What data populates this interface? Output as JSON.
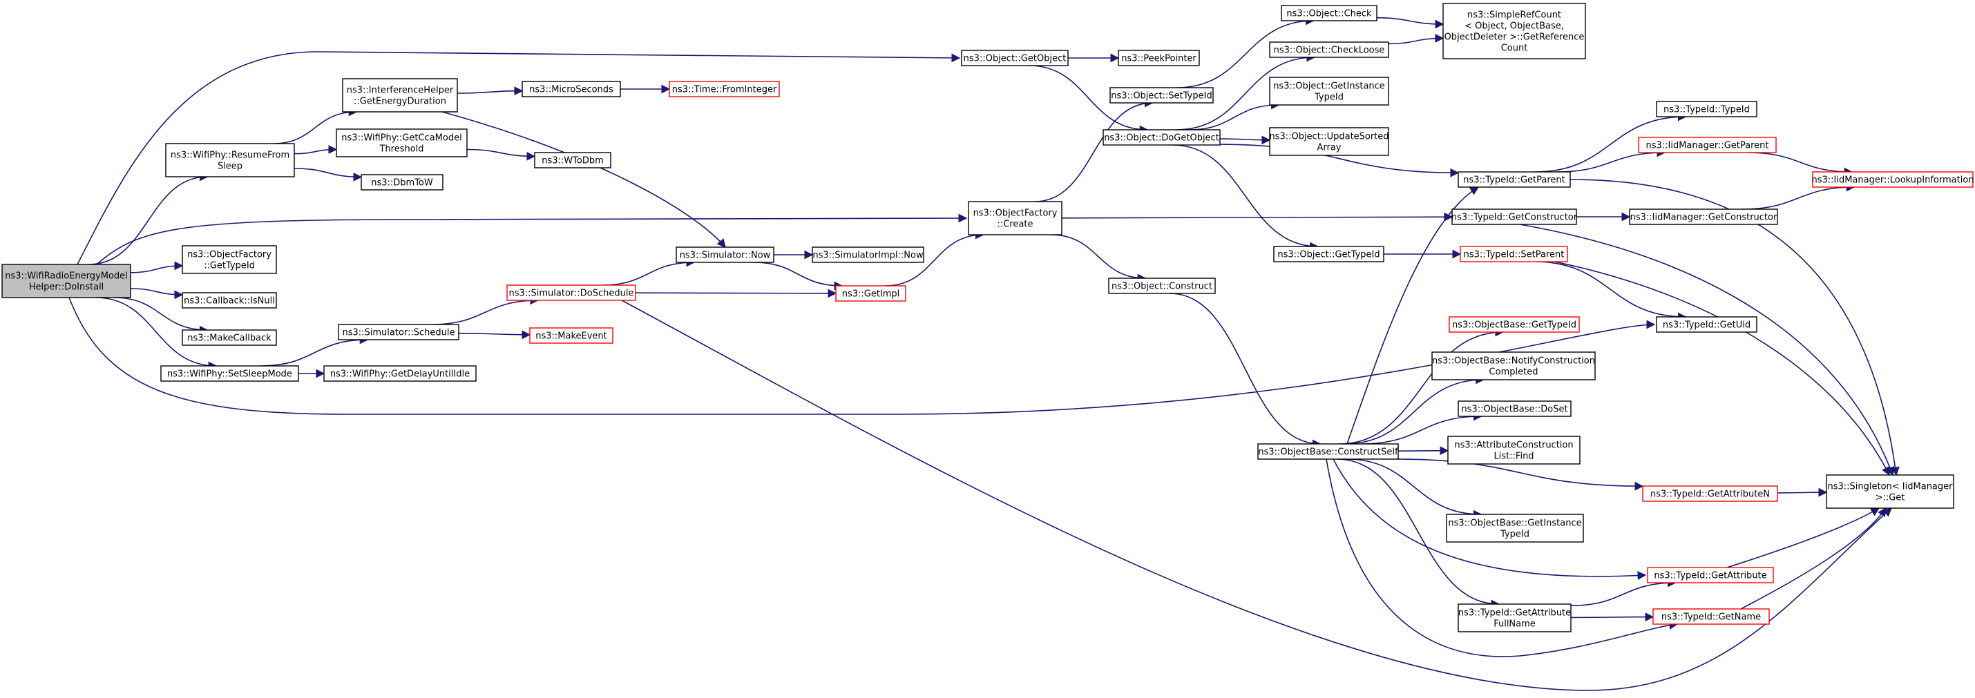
{
  "diagram": {
    "title": "",
    "colors": {
      "edge": "#191970",
      "node_border": "#000000",
      "truncated_node_border": "#ff0000",
      "root_fill": "#bfbfbf",
      "node_fill": "#ffffff"
    },
    "nodes": [
      {
        "id": "root",
        "lines": [
          "ns3::WifiRadioEnergyModel",
          "Helper::DoInstall"
        ],
        "style": "root"
      },
      {
        "id": "getobject",
        "lines": [
          "ns3::Object::GetObject"
        ],
        "style": "normal"
      },
      {
        "id": "peekpointer",
        "lines": [
          "ns3::PeekPointer"
        ],
        "style": "normal"
      },
      {
        "id": "check",
        "lines": [
          "ns3::Object::Check"
        ],
        "style": "normal"
      },
      {
        "id": "simplerefcount",
        "lines": [
          "ns3::SimpleRefCount",
          "< Object, ObjectBase,",
          "ObjectDeleter >::GetReference",
          "Count"
        ],
        "style": "normal"
      },
      {
        "id": "checkloose",
        "lines": [
          "ns3::Object::CheckLoose"
        ],
        "style": "normal"
      },
      {
        "id": "settypeid",
        "lines": [
          "ns3::Object::SetTypeId"
        ],
        "style": "normal"
      },
      {
        "id": "getinstancetypeid",
        "lines": [
          "ns3::Object::GetInstance",
          "TypeId"
        ],
        "style": "normal"
      },
      {
        "id": "dogetobject",
        "lines": [
          "ns3::Object::DoGetObject"
        ],
        "style": "normal"
      },
      {
        "id": "updatesorted",
        "lines": [
          "ns3::Object::UpdateSorted",
          "Array"
        ],
        "style": "normal"
      },
      {
        "id": "typeidtypeid",
        "lines": [
          "ns3::TypeId::TypeId"
        ],
        "style": "normal"
      },
      {
        "id": "typeidgetparent",
        "lines": [
          "ns3::TypeId::GetParent"
        ],
        "style": "normal"
      },
      {
        "id": "iidgetparent",
        "lines": [
          "ns3::IidManager::GetParent"
        ],
        "style": "red"
      },
      {
        "id": "lookupinfo",
        "lines": [
          "ns3::IidManager::LookupInformation"
        ],
        "style": "red"
      },
      {
        "id": "interference",
        "lines": [
          "ns3::InterferenceHelper",
          "::GetEnergyDuration"
        ],
        "style": "normal"
      },
      {
        "id": "microseconds",
        "lines": [
          "ns3::MicroSeconds"
        ],
        "style": "normal"
      },
      {
        "id": "frominteger",
        "lines": [
          "ns3::Time::FromInteger"
        ],
        "style": "red"
      },
      {
        "id": "resumefromsleep",
        "lines": [
          "ns3::WifiPhy::ResumeFrom",
          "Sleep"
        ],
        "style": "normal"
      },
      {
        "id": "getccamodel",
        "lines": [
          "ns3::WifiPhy::GetCcaModel",
          "Threshold"
        ],
        "style": "normal"
      },
      {
        "id": "wtodbm",
        "lines": [
          "ns3::WToDbm"
        ],
        "style": "normal"
      },
      {
        "id": "dbmtow",
        "lines": [
          "ns3::DbmToW"
        ],
        "style": "normal"
      },
      {
        "id": "objfactorycreate",
        "lines": [
          "ns3::ObjectFactory",
          "::Create"
        ],
        "style": "normal"
      },
      {
        "id": "typeidgetconstructor",
        "lines": [
          "ns3::TypeId::GetConstructor"
        ],
        "style": "normal"
      },
      {
        "id": "iidgetconstructor",
        "lines": [
          "ns3::IidManager::GetConstructor"
        ],
        "style": "normal"
      },
      {
        "id": "objfactorygettypeid",
        "lines": [
          "ns3::ObjectFactory",
          "::GetTypeId"
        ],
        "style": "normal"
      },
      {
        "id": "simnow",
        "lines": [
          "ns3::Simulator::Now"
        ],
        "style": "normal"
      },
      {
        "id": "simimplnow",
        "lines": [
          "ns3::SimulatorImpl::Now"
        ],
        "style": "normal"
      },
      {
        "id": "objgettypeid",
        "lines": [
          "ns3::Object::GetTypeId"
        ],
        "style": "normal"
      },
      {
        "id": "typeidsetparent",
        "lines": [
          "ns3::TypeId::SetParent"
        ],
        "style": "red"
      },
      {
        "id": "callbackisnull",
        "lines": [
          "ns3::Callback::IsNull"
        ],
        "style": "normal"
      },
      {
        "id": "dosched",
        "lines": [
          "ns3::Simulator::DoSchedule"
        ],
        "style": "red"
      },
      {
        "id": "getimpl",
        "lines": [
          "ns3::GetImpl"
        ],
        "style": "red"
      },
      {
        "id": "objconstruct",
        "lines": [
          "ns3::Object::Construct"
        ],
        "style": "normal"
      },
      {
        "id": "getuid",
        "lines": [
          "ns3::TypeId::GetUid"
        ],
        "style": "normal"
      },
      {
        "id": "makecallback",
        "lines": [
          "ns3::MakeCallback"
        ],
        "style": "normal"
      },
      {
        "id": "simschedule",
        "lines": [
          "ns3::Simulator::Schedule"
        ],
        "style": "normal"
      },
      {
        "id": "makeevent",
        "lines": [
          "ns3::MakeEvent"
        ],
        "style": "red"
      },
      {
        "id": "setsleepmode",
        "lines": [
          "ns3::WifiPhy::SetSleepMode"
        ],
        "style": "normal"
      },
      {
        "id": "getdelayuntilidle",
        "lines": [
          "ns3::WifiPhy::GetDelayUntilIdle"
        ],
        "style": "normal"
      },
      {
        "id": "objbasegettypeid",
        "lines": [
          "ns3::ObjectBase::GetTypeId"
        ],
        "style": "red"
      },
      {
        "id": "notifyconstruction",
        "lines": [
          "ns3::ObjectBase::NotifyConstruction",
          "Completed"
        ],
        "style": "normal"
      },
      {
        "id": "doset",
        "lines": [
          "ns3::ObjectBase::DoSet"
        ],
        "style": "normal"
      },
      {
        "id": "constructself",
        "lines": [
          "ns3::ObjectBase::ConstructSelf"
        ],
        "style": "normal"
      },
      {
        "id": "attrconstructionlist",
        "lines": [
          "ns3::AttributeConstruction",
          "List::Find"
        ],
        "style": "normal"
      },
      {
        "id": "getattributen",
        "lines": [
          "ns3::TypeId::GetAttributeN"
        ],
        "style": "red"
      },
      {
        "id": "singletonget",
        "lines": [
          "ns3::Singleton< IidManager",
          ">::Get"
        ],
        "style": "normal"
      },
      {
        "id": "objbasegetinstance",
        "lines": [
          "ns3::ObjectBase::GetInstance",
          "TypeId"
        ],
        "style": "normal"
      },
      {
        "id": "getattribute",
        "lines": [
          "ns3::TypeId::GetAttribute"
        ],
        "style": "red"
      },
      {
        "id": "getattributefullname",
        "lines": [
          "ns3::TypeId::GetAttribute",
          "FullName"
        ],
        "style": "normal"
      },
      {
        "id": "typeidgetname",
        "lines": [
          "ns3::TypeId::GetName"
        ],
        "style": "red"
      }
    ],
    "edges": [
      [
        "root",
        "getobject"
      ],
      [
        "root",
        "resumefromsleep"
      ],
      [
        "root",
        "objfactorycreate"
      ],
      [
        "root",
        "objfactorygettypeid"
      ],
      [
        "root",
        "callbackisnull"
      ],
      [
        "root",
        "makecallback"
      ],
      [
        "root",
        "setsleepmode"
      ],
      [
        "root",
        "getuid"
      ],
      [
        "getobject",
        "peekpointer"
      ],
      [
        "getobject",
        "dogetobject"
      ],
      [
        "resumefromsleep",
        "interference"
      ],
      [
        "resumefromsleep",
        "getccamodel"
      ],
      [
        "resumefromsleep",
        "dbmtow"
      ],
      [
        "interference",
        "microseconds"
      ],
      [
        "interference",
        "simnow"
      ],
      [
        "microseconds",
        "frominteger"
      ],
      [
        "getccamodel",
        "wtodbm"
      ],
      [
        "objfactorycreate",
        "settypeid"
      ],
      [
        "objfactorycreate",
        "typeidgetconstructor"
      ],
      [
        "objfactorycreate",
        "objconstruct"
      ],
      [
        "settypeid",
        "check"
      ],
      [
        "check",
        "simplerefcount"
      ],
      [
        "checkloose",
        "simplerefcount"
      ],
      [
        "dogetobject",
        "checkloose"
      ],
      [
        "dogetobject",
        "getinstancetypeid"
      ],
      [
        "dogetobject",
        "updatesorted"
      ],
      [
        "dogetobject",
        "typeidgetparent"
      ],
      [
        "dogetobject",
        "objgettypeid"
      ],
      [
        "typeidgetparent",
        "typeidtypeid"
      ],
      [
        "typeidgetparent",
        "iidgetparent"
      ],
      [
        "typeidgetparent",
        "singletonget"
      ],
      [
        "iidgetparent",
        "lookupinfo"
      ],
      [
        "typeidgetconstructor",
        "iidgetconstructor"
      ],
      [
        "typeidgetconstructor",
        "singletonget"
      ],
      [
        "iidgetconstructor",
        "lookupinfo"
      ],
      [
        "objgettypeid",
        "typeidsetparent"
      ],
      [
        "typeidsetparent",
        "getuid"
      ],
      [
        "typeidsetparent",
        "singletonget"
      ],
      [
        "simnow",
        "simimplnow"
      ],
      [
        "simnow",
        "getimpl"
      ],
      [
        "getimpl",
        "objfactorycreate"
      ],
      [
        "dosched",
        "simnow"
      ],
      [
        "dosched",
        "getimpl"
      ],
      [
        "dosched",
        "singletonget"
      ],
      [
        "simschedule",
        "dosched"
      ],
      [
        "simschedule",
        "makeevent"
      ],
      [
        "setsleepmode",
        "simschedule"
      ],
      [
        "setsleepmode",
        "getdelayuntilidle"
      ],
      [
        "objconstruct",
        "constructself"
      ],
      [
        "constructself",
        "typeidgetparent"
      ],
      [
        "constructself",
        "objbasegettypeid"
      ],
      [
        "constructself",
        "notifyconstruction"
      ],
      [
        "constructself",
        "doset"
      ],
      [
        "constructself",
        "attrconstructionlist"
      ],
      [
        "constructself",
        "getattributen"
      ],
      [
        "constructself",
        "objbasegetinstance"
      ],
      [
        "constructself",
        "getattribute"
      ],
      [
        "constructself",
        "getattributefullname"
      ],
      [
        "constructself",
        "typeidgetname"
      ],
      [
        "getattributen",
        "singletonget"
      ],
      [
        "getattribute",
        "singletonget"
      ],
      [
        "getattributefullname",
        "getattribute"
      ],
      [
        "getattributefullname",
        "typeidgetname"
      ],
      [
        "typeidgetname",
        "singletonget"
      ]
    ]
  }
}
